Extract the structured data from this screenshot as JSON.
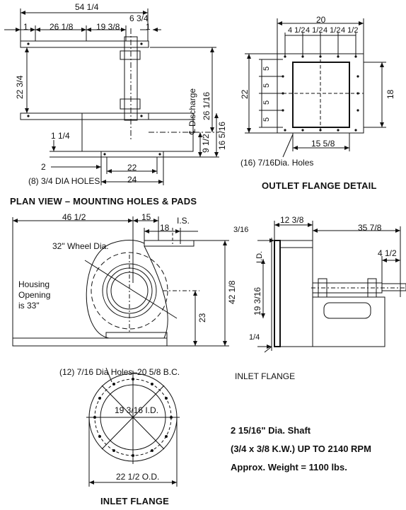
{
  "plan": {
    "heading": "PLAN VIEW – MOUNTING HOLES & PADS",
    "dims": {
      "overall": "54 1/4",
      "d1": "1",
      "d26": "26 1/8",
      "d19": "19 3/8",
      "d6": "6 3/4",
      "d1r": "1",
      "d22v": "22 3/4",
      "d26v": "26 1/16",
      "discharge": "℄ Discharge",
      "d16": "16 5/16",
      "d9": "9 1/2",
      "d1q": "1 1/4",
      "d2": "2",
      "d22": "22",
      "d24": "24"
    },
    "holes_note": "(8) 3/4 DIA HOLES"
  },
  "outlet": {
    "heading": "OUTLET FLANGE DETAIL",
    "dims": {
      "w20": "20",
      "spacing": [
        "4 1/2",
        "4 1/2",
        "4 1/2",
        "4 1/2"
      ],
      "h22": "22",
      "vspacing": [
        "5",
        "5",
        "5",
        "5"
      ],
      "h18": "18",
      "d15": "15 5/8"
    },
    "holes_note": "(16) 7/16Dia. Holes"
  },
  "side": {
    "dims": {
      "d46": "46 1/2",
      "d15": "15",
      "d18": "18",
      "is": "I.S.",
      "wheel": "32\" Wheel Dia.",
      "d23": "23",
      "d42": "42 1/8",
      "d3_16": "3/16",
      "d12": "12 3/8",
      "d35": "35 7/8",
      "d4": "4 1/2",
      "id_label": "I.D.",
      "d19": "19 3/16",
      "d1_4": "1/4"
    },
    "housing_lines": [
      "Housing",
      "Opening",
      "is 33\""
    ],
    "inlet_label": "INLET FLANGE"
  },
  "inlet": {
    "holes_note": "(12) 7/16 Dia Holes–20 5/8 B.C.",
    "id": "19 3/16 I.D.",
    "od": "22 1/2 O.D.",
    "heading": "INLET FLANGE"
  },
  "specs": {
    "shaft": "2 15/16\" Dia. Shaft",
    "kw": "(3/4 x 3/8 K.W.) UP TO 2140 RPM",
    "weight": "Approx. Weight = 1100 lbs."
  }
}
